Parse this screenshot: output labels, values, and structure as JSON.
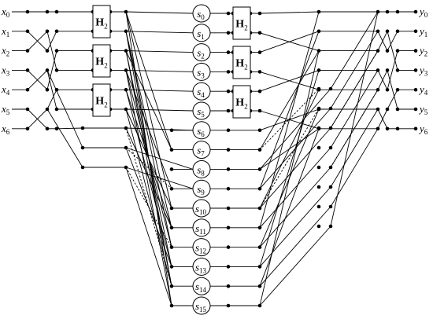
{
  "diagram": {
    "inputs": [
      {
        "base": "x",
        "sub": "0"
      },
      {
        "base": "x",
        "sub": "1"
      },
      {
        "base": "x",
        "sub": "2"
      },
      {
        "base": "x",
        "sub": "3"
      },
      {
        "base": "x",
        "sub": "4"
      },
      {
        "base": "x",
        "sub": "5"
      },
      {
        "base": "x",
        "sub": "6"
      }
    ],
    "outputs": [
      {
        "base": "y",
        "sub": "0"
      },
      {
        "base": "y",
        "sub": "1"
      },
      {
        "base": "y",
        "sub": "2"
      },
      {
        "base": "y",
        "sub": "3"
      },
      {
        "base": "y",
        "sub": "4"
      },
      {
        "base": "y",
        "sub": "5"
      },
      {
        "base": "y",
        "sub": "6"
      }
    ],
    "states": [
      {
        "base": "s",
        "sub": "0"
      },
      {
        "base": "s",
        "sub": "1"
      },
      {
        "base": "s",
        "sub": "2"
      },
      {
        "base": "s",
        "sub": "3"
      },
      {
        "base": "s",
        "sub": "4"
      },
      {
        "base": "s",
        "sub": "5"
      },
      {
        "base": "s",
        "sub": "6"
      },
      {
        "base": "s",
        "sub": "7"
      },
      {
        "base": "s",
        "sub": "8"
      },
      {
        "base": "s",
        "sub": "9"
      },
      {
        "base": "s",
        "sub": "10"
      },
      {
        "base": "s",
        "sub": "11"
      },
      {
        "base": "s",
        "sub": "12"
      },
      {
        "base": "s",
        "sub": "13"
      },
      {
        "base": "s",
        "sub": "14"
      },
      {
        "base": "s",
        "sub": "15"
      }
    ],
    "gates": [
      {
        "id": "h2-left-a",
        "base": "H",
        "sub": "2"
      },
      {
        "id": "h2-left-b",
        "base": "H",
        "sub": "2"
      },
      {
        "id": "h2-left-c",
        "base": "H",
        "sub": "2"
      },
      {
        "id": "h2-right-a",
        "base": "H",
        "sub": "2"
      },
      {
        "id": "h2-right-b",
        "base": "H",
        "sub": "2"
      },
      {
        "id": "h2-right-c",
        "base": "H",
        "sub": "2"
      }
    ]
  }
}
